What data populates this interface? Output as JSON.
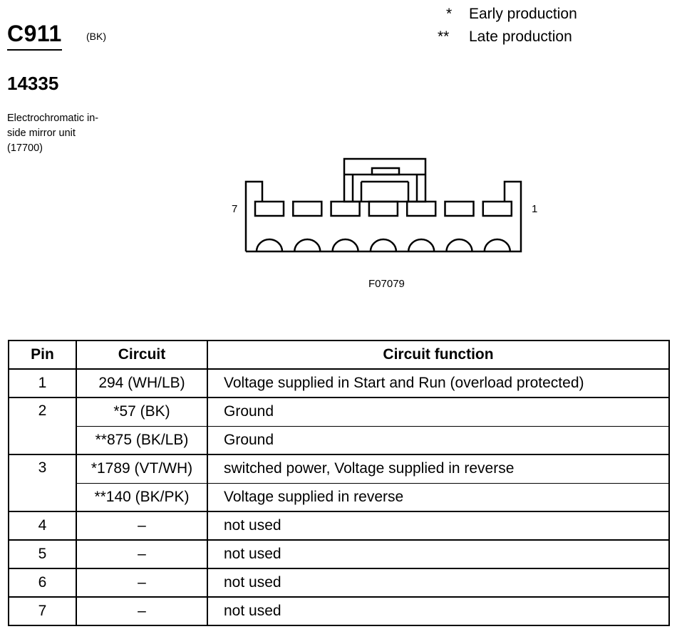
{
  "header": {
    "connector_code": "C911",
    "connector_color": "(BK)",
    "part_number": "14335",
    "description_lines": [
      "Electrochromatic in-",
      "side mirror unit",
      "(17700)"
    ]
  },
  "legend": [
    {
      "symbol": "*",
      "label": "Early production"
    },
    {
      "symbol": "**",
      "label": "Late production"
    }
  ],
  "figure": {
    "pin_left_label": "7",
    "pin_right_label": "1",
    "figure_id": "F07079",
    "pin_count": 7
  },
  "table": {
    "headers": {
      "pin": "Pin",
      "circuit": "Circuit",
      "function": "Circuit function"
    },
    "rows": [
      {
        "pin": "1",
        "entries": [
          {
            "circuit": "294 (WH/LB)",
            "function": "Voltage supplied in Start and Run (overload protected)"
          }
        ]
      },
      {
        "pin": "2",
        "entries": [
          {
            "circuit": "*57 (BK)",
            "function": "Ground"
          },
          {
            "circuit": "**875 (BK/LB)",
            "function": "Ground"
          }
        ]
      },
      {
        "pin": "3",
        "entries": [
          {
            "circuit": "*1789 (VT/WH)",
            "function": "switched power, Voltage supplied in reverse"
          },
          {
            "circuit": "**140 (BK/PK)",
            "function": "Voltage supplied in reverse"
          }
        ]
      },
      {
        "pin": "4",
        "entries": [
          {
            "circuit": "–",
            "function": "not used"
          }
        ]
      },
      {
        "pin": "5",
        "entries": [
          {
            "circuit": "–",
            "function": "not used"
          }
        ]
      },
      {
        "pin": "6",
        "entries": [
          {
            "circuit": "–",
            "function": "not used"
          }
        ]
      },
      {
        "pin": "7",
        "entries": [
          {
            "circuit": "–",
            "function": "not used"
          }
        ]
      }
    ]
  }
}
